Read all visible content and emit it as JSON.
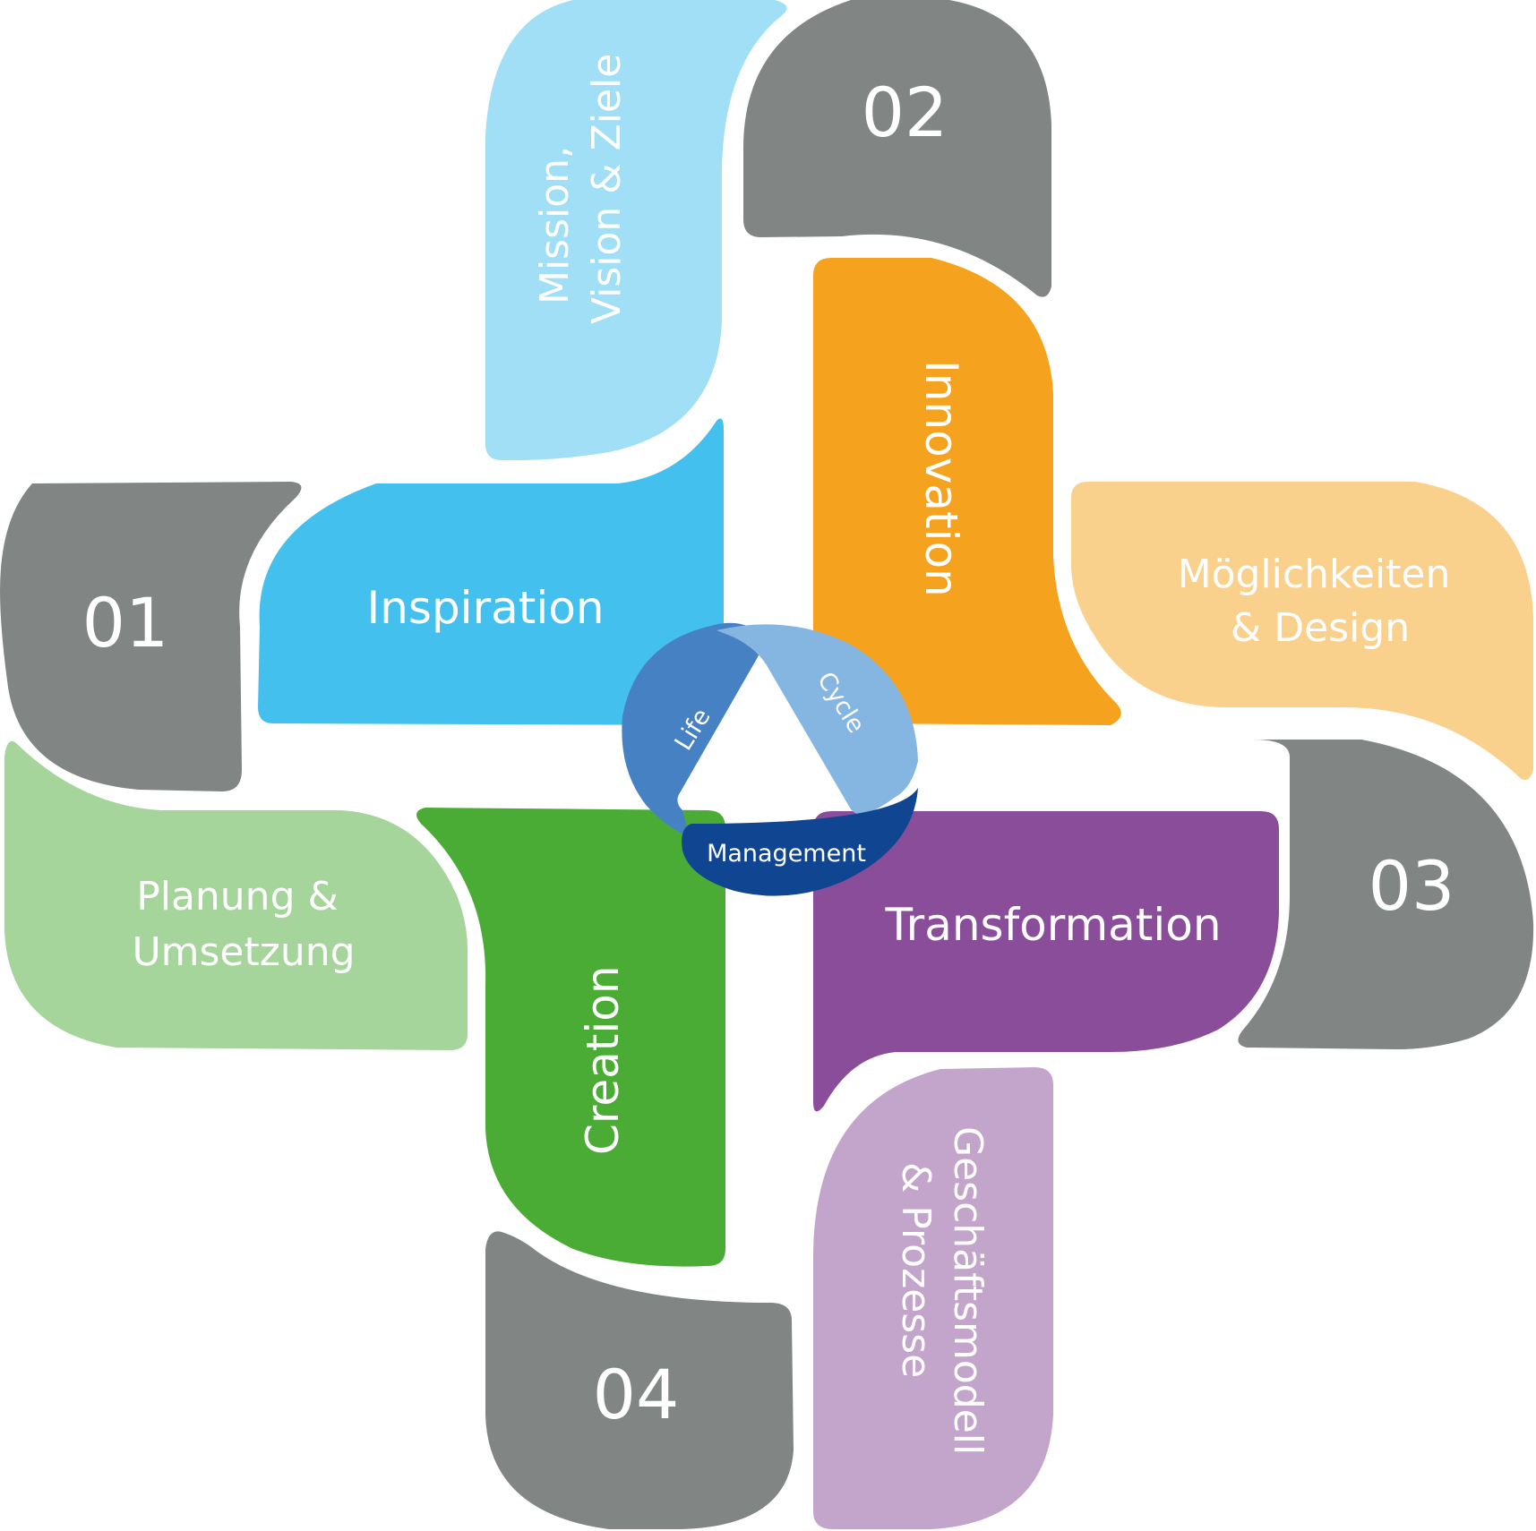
{
  "title": "Life Cycle Management",
  "hub": {
    "labels": [
      "Life",
      "Cycle",
      "Management"
    ],
    "colors": {
      "life": "#4682c3",
      "cycle": "#84b6e1",
      "management": "#104592"
    }
  },
  "steps": [
    {
      "number": "01",
      "title": "Inspiration",
      "detail_lines": [
        "Mission,",
        "Vision & Ziele"
      ],
      "color": "#44c0ee",
      "detail_color": "#a1dff6"
    },
    {
      "number": "02",
      "title": "Innovation",
      "detail_lines": [
        "Möglichkeiten",
        "& Design"
      ],
      "color": "#f5a21e",
      "detail_color": "#f9d18c"
    },
    {
      "number": "03",
      "title": "Transformation",
      "detail_lines": [
        "Geschäftsmodell",
        "& Prozesse"
      ],
      "color": "#8a4d99",
      "detail_color": "#c3a4cb"
    },
    {
      "number": "04",
      "title": "Creation",
      "detail_lines": [
        "Planung &",
        "Umsetzung"
      ],
      "color": "#4aac35",
      "detail_color": "#a5d59a"
    }
  ],
  "number_color": "#818685"
}
